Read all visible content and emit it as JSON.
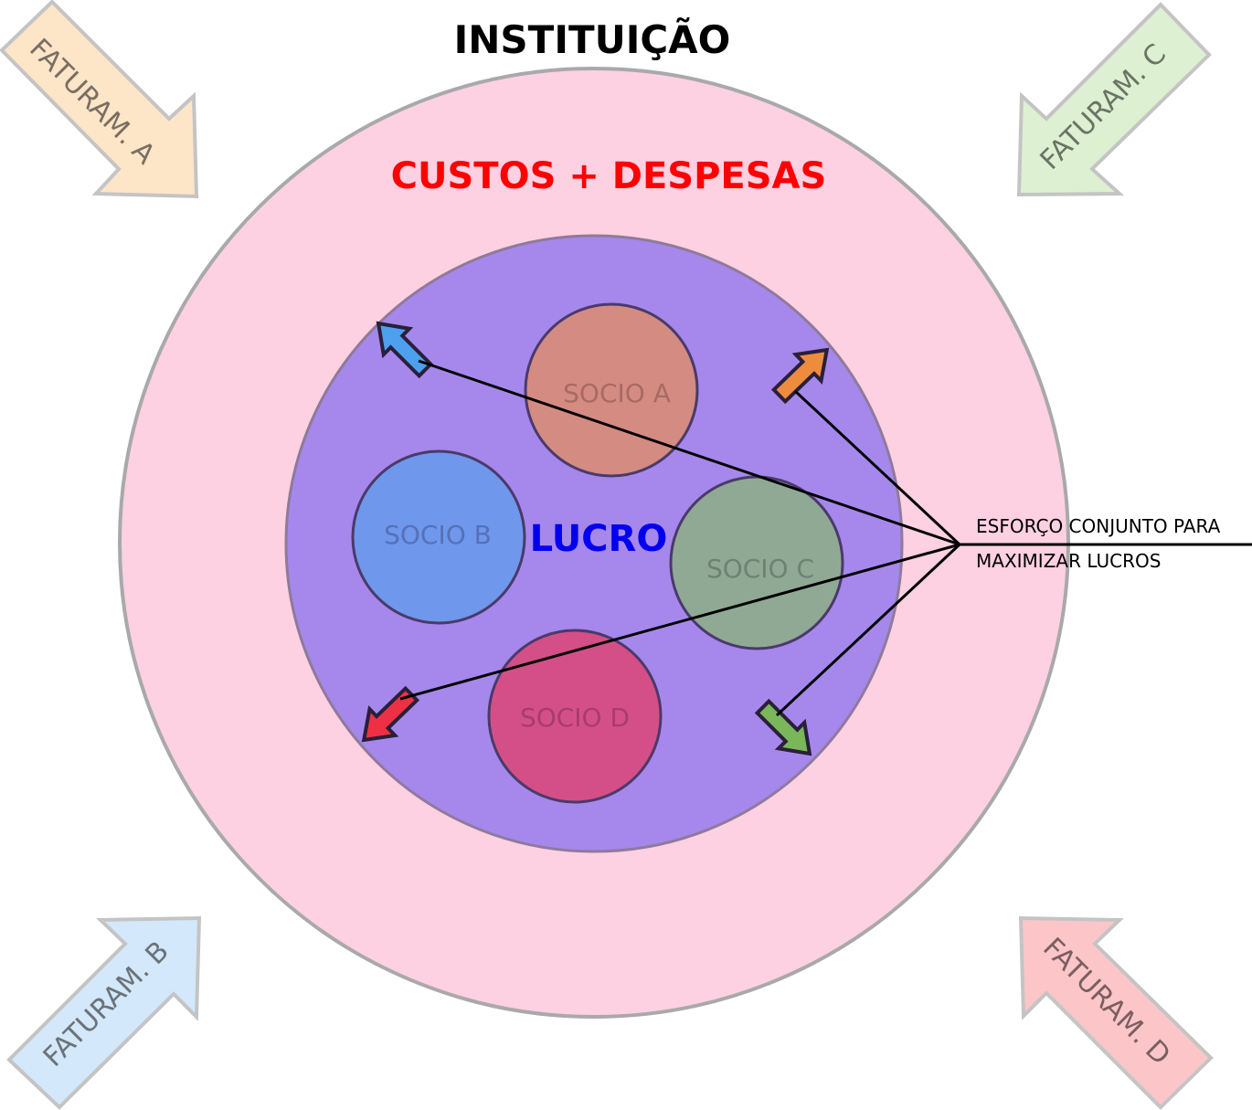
{
  "title": "INSTITUIÇÃO",
  "outer_label": "CUSTOS + DESPESAS",
  "inner_label": "LUCRO",
  "annotation": {
    "line1": "ESFORÇO CONJUNTO PARA",
    "line2": "MAXIMIZAR LUCROS"
  },
  "revenue_arrows": [
    {
      "label": "FATURAM. A",
      "fill": "#fde5c8",
      "text": "#7a6e62"
    },
    {
      "label": "FATURAM. B",
      "fill": "#d3e8fa",
      "text": "#6b7278"
    },
    {
      "label": "FATURAM. C",
      "fill": "#def0d2",
      "text": "#6a7466"
    },
    {
      "label": "FATURAM. D",
      "fill": "#fcc6c9",
      "text": "#7a5e60"
    }
  ],
  "partners": [
    {
      "label": "SOCIO A",
      "fill": "#d48b82",
      "text": "#a86a62"
    },
    {
      "label": "SOCIO B",
      "fill": "#6f97ec",
      "text": "#5571b8"
    },
    {
      "label": "SOCIO C",
      "fill": "#8fa995",
      "text": "#6c8373"
    },
    {
      "label": "SOCIO D",
      "fill": "#d44f88",
      "text": "#a83c6a"
    }
  ],
  "colors": {
    "outer": "#fdd0e2",
    "inner": "#a688ec",
    "title": "#000000",
    "outer_label": "#ff0000",
    "inner_label": "#0000ee"
  },
  "effort_arrows": [
    {
      "color": "#4da0ee"
    },
    {
      "color": "#ee8c3e"
    },
    {
      "color": "#ee3045"
    },
    {
      "color": "#7ab65a"
    }
  ]
}
